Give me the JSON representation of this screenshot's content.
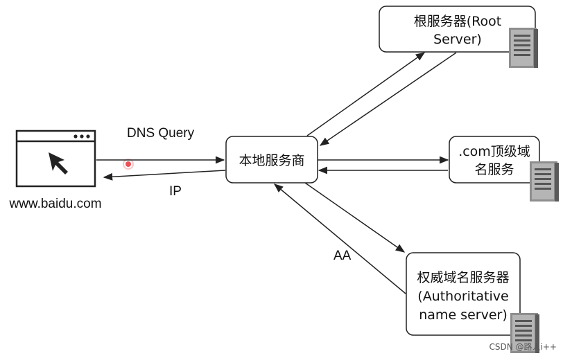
{
  "nodes": {
    "root_server": {
      "lines": [
        "根服务器(Root",
        "Server)"
      ]
    },
    "local_resolver": {
      "lines": [
        "本地服务商"
      ]
    },
    "tld_server": {
      "lines": [
        ".com顶级域",
        "名服务"
      ]
    },
    "authoritative_server": {
      "lines": [
        "权威域名服务器",
        "(Authoritative",
        "name server)"
      ]
    },
    "client": {
      "caption": "www.baidu.com"
    }
  },
  "edge_labels": {
    "dns_query": "DNS Query",
    "ip": "IP",
    "aa": "AA"
  },
  "watermark": "CSDN @路人i++",
  "colors": {
    "stroke": "#222222",
    "server_body": "#9a9a9a",
    "server_dark": "#5a5a5a",
    "cursor_dot": "#e8333a"
  }
}
